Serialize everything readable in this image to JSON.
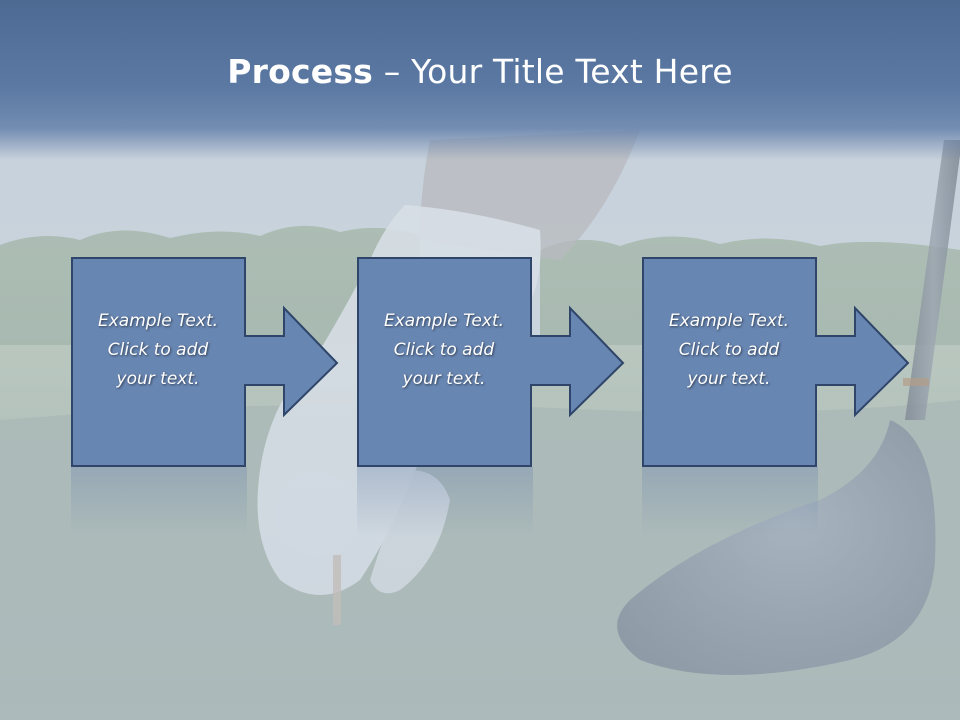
{
  "slide": {
    "title_bold": "Process",
    "title_rest": " – Your Title Text Here"
  },
  "steps": [
    {
      "line1": "Example Text.",
      "line2": "Click  to add",
      "line3": "your text."
    },
    {
      "line1": "Example Text.",
      "line2": "Click  to add",
      "line3": "your text."
    },
    {
      "line1": "Example Text.",
      "line2": "Click  to add",
      "line3": "your text."
    }
  ],
  "colors": {
    "title_bar": "#5b79a3",
    "shape_fill": "#6886b2",
    "shape_border": "#2f4569",
    "text": "#ffffff"
  },
  "icons": {
    "step_arrow": "right-arrow-icon"
  }
}
